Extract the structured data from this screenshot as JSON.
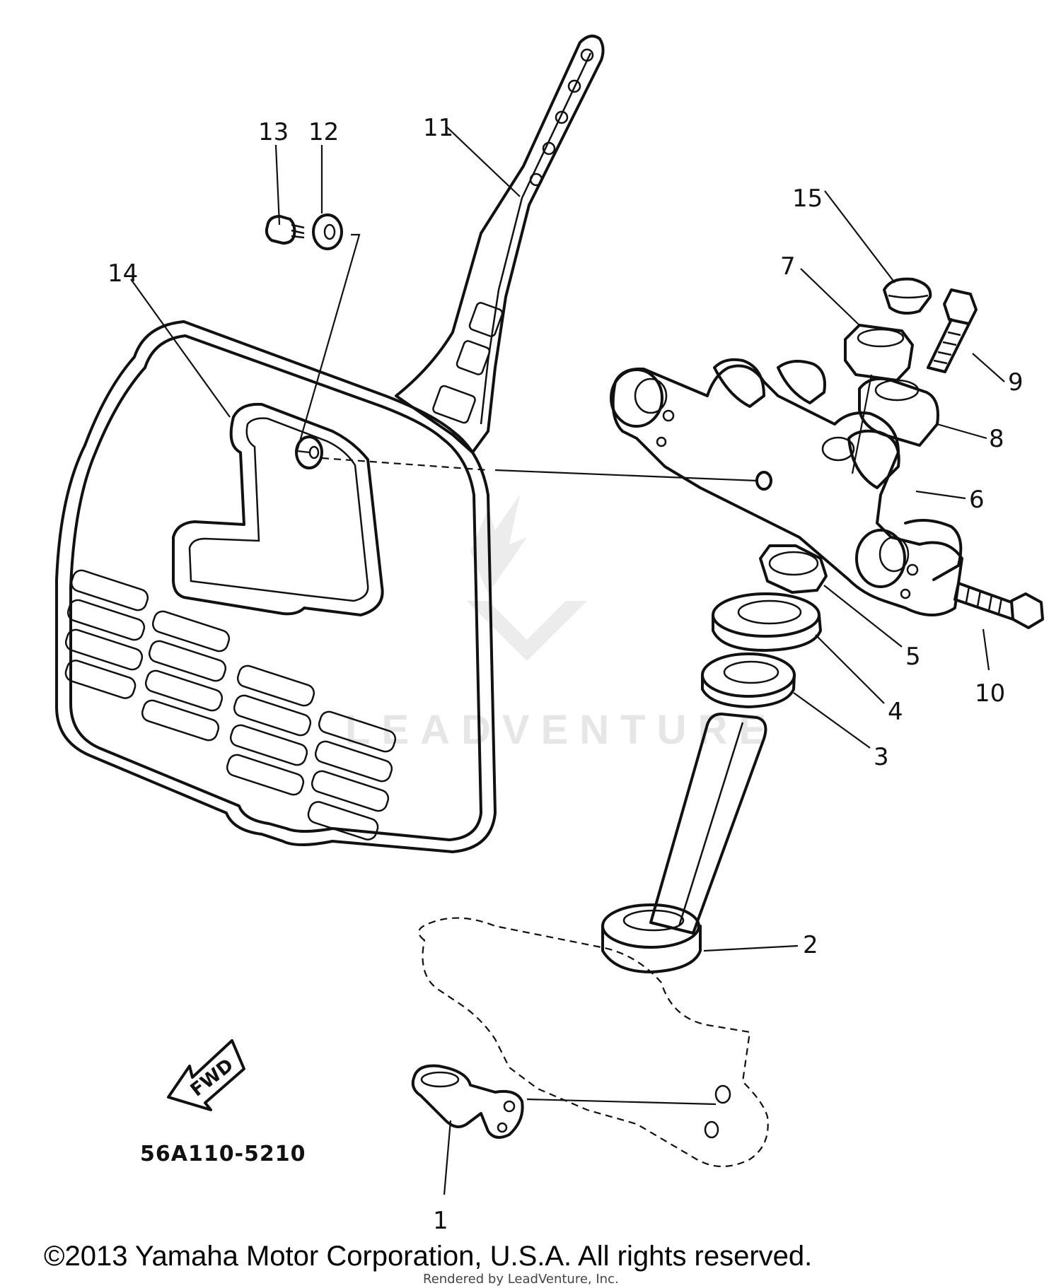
{
  "diagram": {
    "part_code": "56A110-5210",
    "direction_label": "FWD",
    "callouts": [
      {
        "id": "1",
        "text": "1"
      },
      {
        "id": "2",
        "text": "2"
      },
      {
        "id": "3",
        "text": "3"
      },
      {
        "id": "4",
        "text": "4"
      },
      {
        "id": "5",
        "text": "5"
      },
      {
        "id": "6",
        "text": "6"
      },
      {
        "id": "7",
        "text": "7"
      },
      {
        "id": "8",
        "text": "8"
      },
      {
        "id": "9",
        "text": "9"
      },
      {
        "id": "10",
        "text": "10"
      },
      {
        "id": "11",
        "text": "11"
      },
      {
        "id": "12",
        "text": "12"
      },
      {
        "id": "13",
        "text": "13"
      },
      {
        "id": "14",
        "text": "14"
      },
      {
        "id": "15",
        "text": "15"
      }
    ]
  },
  "footer": {
    "copyright": "©2013 Yamaha Motor Corporation, U.S.A. All rights reserved.",
    "rendered_by": "Rendered by LeadVenture, Inc."
  },
  "watermark": {
    "text": "LEADVENTURE"
  }
}
